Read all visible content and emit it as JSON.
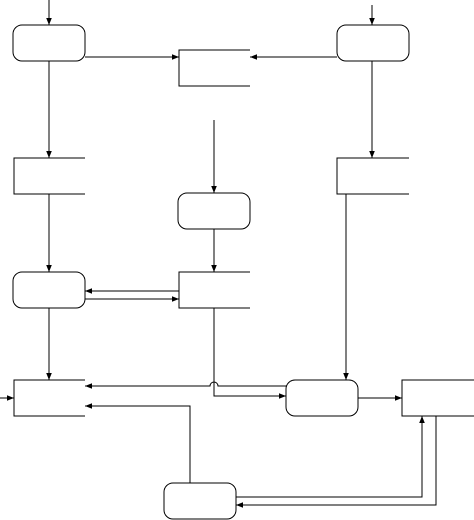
{
  "diagram": {
    "processes": [
      {
        "id": "p1",
        "label": ""
      },
      {
        "id": "p2",
        "label": ""
      },
      {
        "id": "p3",
        "label": ""
      },
      {
        "id": "p4",
        "label": ""
      },
      {
        "id": "p5",
        "label": ""
      },
      {
        "id": "p6",
        "label": ""
      }
    ],
    "stores": [
      {
        "id": "s1",
        "label": ""
      },
      {
        "id": "s2",
        "label": ""
      },
      {
        "id": "s3",
        "label": ""
      },
      {
        "id": "s4",
        "label": ""
      },
      {
        "id": "s5",
        "label": ""
      },
      {
        "id": "s6",
        "label": ""
      }
    ],
    "flows": [
      {
        "from": "external",
        "to": "p1"
      },
      {
        "from": "external",
        "to": "p2"
      },
      {
        "from": "external",
        "to": "p3"
      },
      {
        "from": "external",
        "to": "s4"
      },
      {
        "from": "p1",
        "to": "s1"
      },
      {
        "from": "p2",
        "to": "s1"
      },
      {
        "from": "p1",
        "to": "s2"
      },
      {
        "from": "p2",
        "to": "s3"
      },
      {
        "from": "s2",
        "to": "p4"
      },
      {
        "from": "p3",
        "to": "s5"
      },
      {
        "from": "s5",
        "to": "p4"
      },
      {
        "from": "p4",
        "to": "s5"
      },
      {
        "from": "p4",
        "to": "s4"
      },
      {
        "from": "s5",
        "to": "p5"
      },
      {
        "from": "s3",
        "to": "p5"
      },
      {
        "from": "p5",
        "to": "s4"
      },
      {
        "from": "p5",
        "to": "s6"
      },
      {
        "from": "p6",
        "to": "s4"
      },
      {
        "from": "p6",
        "to": "s6"
      },
      {
        "from": "s6",
        "to": "p6"
      }
    ]
  }
}
